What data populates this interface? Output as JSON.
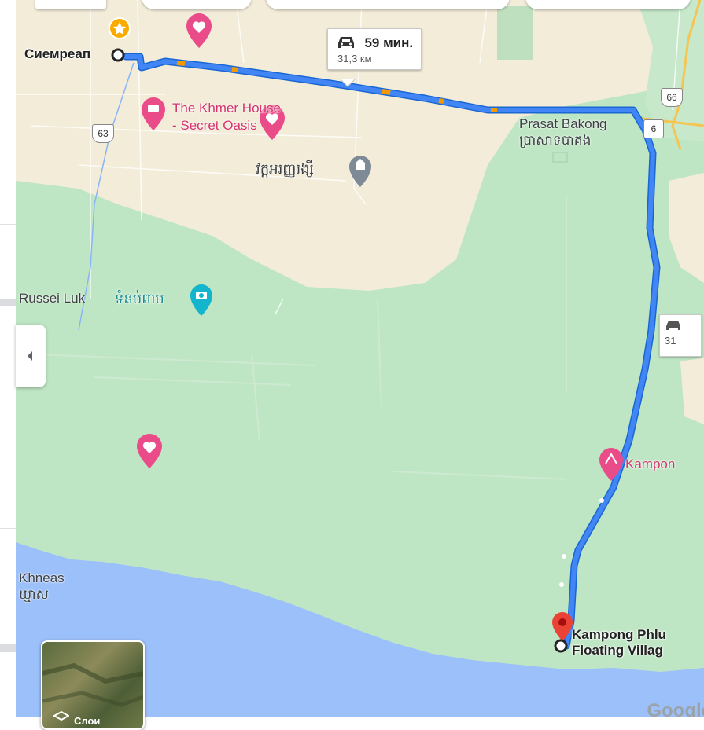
{
  "map": {
    "origin": {
      "label": "Сиемреап"
    },
    "destination": {
      "line1": "Kampong Phlu",
      "line2": "Floating Villag"
    },
    "route": {
      "time": "59 мин.",
      "distance": "31,3 км"
    },
    "alt_route": {
      "distance": "31"
    },
    "places": {
      "khmer_house_line1": "The Khmer House",
      "khmer_house_line2": "- Secret Oasis",
      "pagoda_khmer": "វត្តអរញ្ញរង្សី",
      "prasat_bakong": "Prasat Bakong",
      "prasat_bakong_khmer": "ប្រាសាទបាគង",
      "russei_luk": "Russei Luk",
      "russei_luk_khmer": "ទំនប់ពាម",
      "khneas": "Khneas",
      "khneas_khmer": "ឃ្នាស",
      "kampong_poi": "Kampon"
    },
    "roads": {
      "r63": "63",
      "r66": "66",
      "r6": "6"
    },
    "layers_label": "Слои",
    "watermark": "Google",
    "colors": {
      "route": "#1a73e8",
      "water": "#9cc0f9",
      "urban": "#f3ecd9",
      "green": "#bfe6c4",
      "pin": "#ea4335"
    }
  }
}
